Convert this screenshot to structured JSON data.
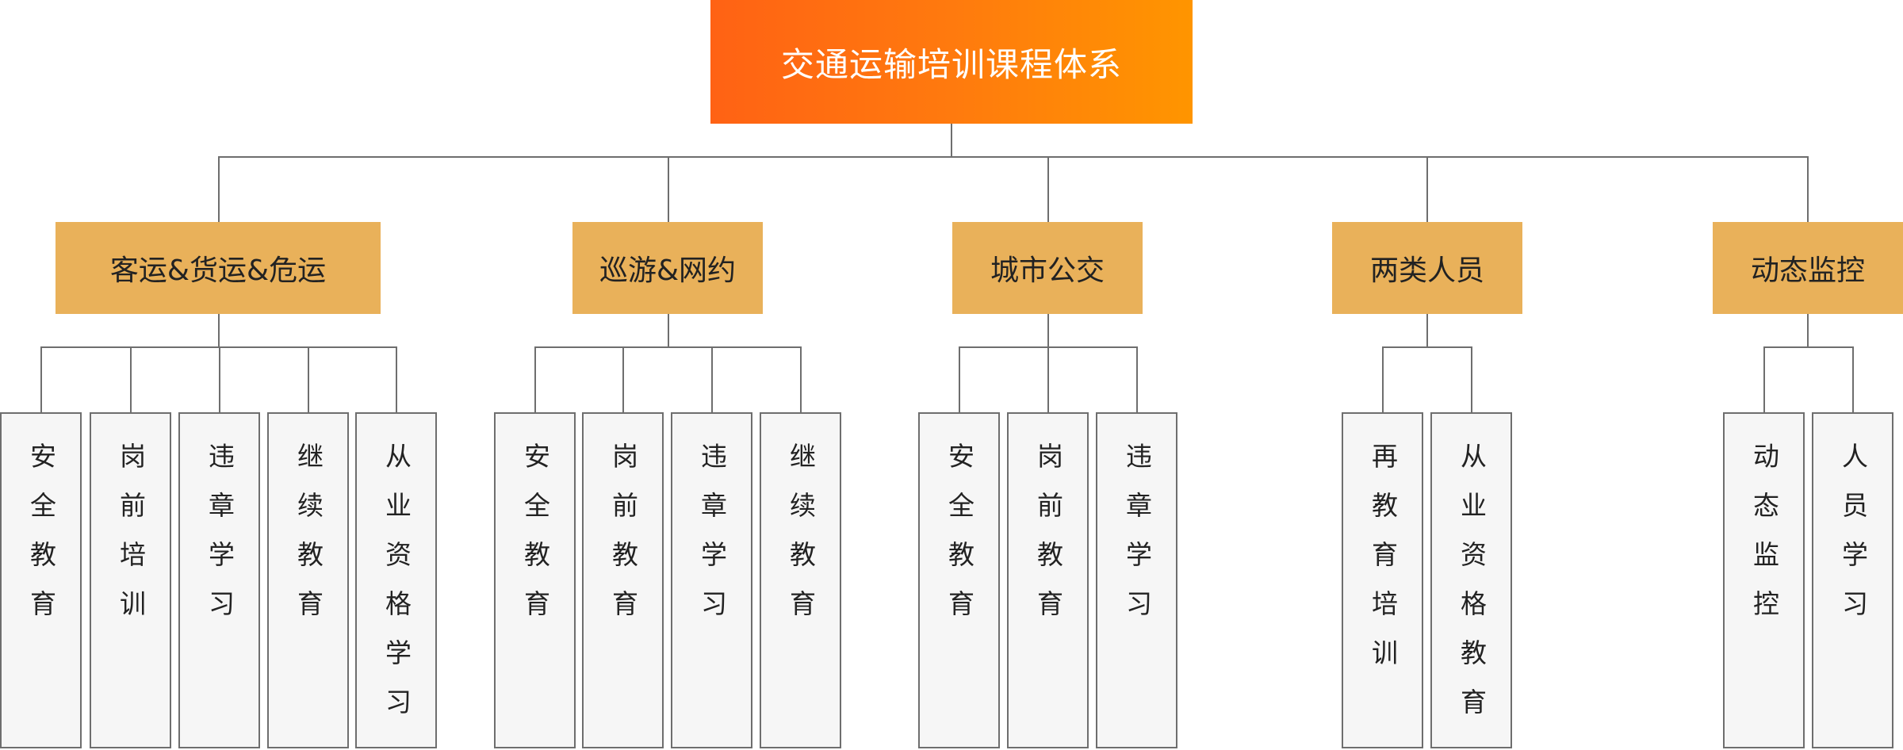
{
  "title": "交通运输培训课程体系",
  "colors": {
    "root_gradient_start": "#ff6214",
    "root_gradient_end": "#ff9500",
    "group_fill": "#e9b15a",
    "leaf_fill": "#f6f6f6",
    "line": "#6e6e6e"
  },
  "groups": [
    {
      "label": "客运&货运&危运",
      "items": [
        "安全教育",
        "岗前培训",
        "违章学习",
        "继续教育",
        "从业资格学习"
      ]
    },
    {
      "label": "巡游&网约",
      "items": [
        "安全教育",
        "岗前教育",
        "违章学习",
        "继续教育"
      ]
    },
    {
      "label": "城市公交",
      "items": [
        "安全教育",
        "岗前教育",
        "违章学习"
      ]
    },
    {
      "label": "两类人员",
      "items": [
        "再教育培训",
        "从业资格教育"
      ]
    },
    {
      "label": "动态监控",
      "items": [
        "动态监控",
        "人员学习"
      ]
    }
  ]
}
